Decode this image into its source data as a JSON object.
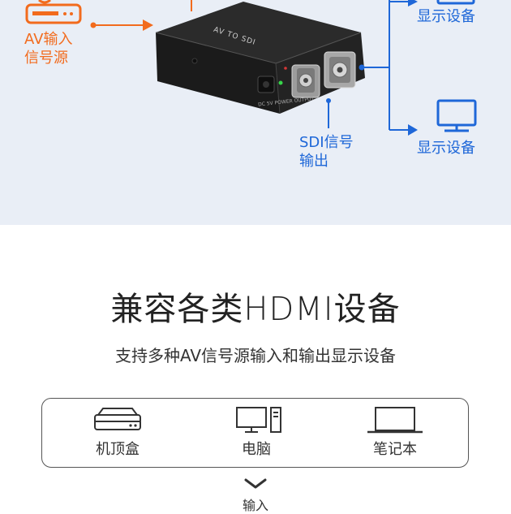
{
  "diagram": {
    "av_source_label": "AV输入\n信号源",
    "sdi_output_label": "SDI信号\n输出",
    "display_label_top": "显示设备",
    "display_label_bottom": "显示设备",
    "device_front_text": "AV TO SDI",
    "device_port_labels": [
      "DC 5V",
      "POWER",
      "OUTPUT"
    ],
    "colors": {
      "orange": "#f26b1d",
      "blue": "#1e67d8",
      "panel_bg": "#e9eef6"
    }
  },
  "section": {
    "title": "兼容各类HDMI设备",
    "subtitle": "支持多种AV信号源输入和输出显示设备"
  },
  "devices": [
    {
      "label": "机顶盒",
      "icon": "set-top-box-icon"
    },
    {
      "label": "电脑",
      "icon": "desktop-computer-icon"
    },
    {
      "label": "笔记本",
      "icon": "laptop-icon"
    }
  ],
  "input_caption": "输入"
}
